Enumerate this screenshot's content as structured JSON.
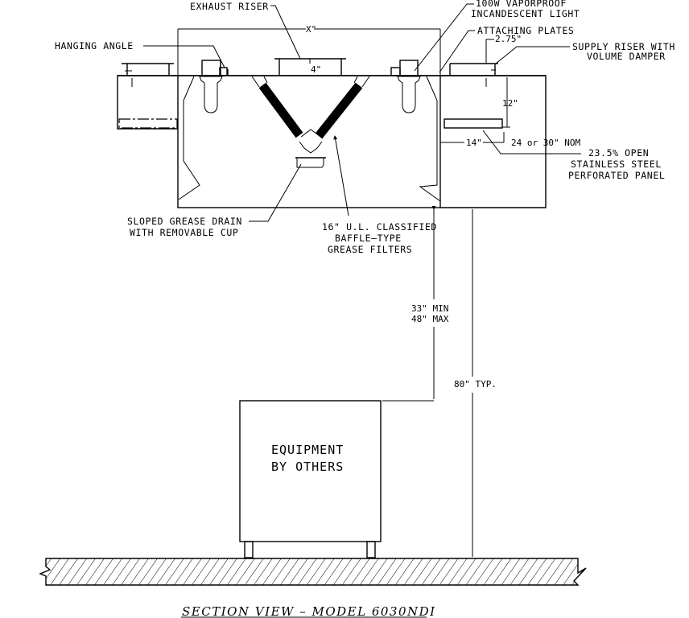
{
  "drawing": {
    "title": "SECTION VIEW  –  MODEL 6030NDI",
    "colors": {
      "line": "#000000",
      "background": "#ffffff"
    }
  },
  "callouts": {
    "exhaust_riser": "EXHAUST RISER",
    "light_line1": "100W VAPORPROOF",
    "light_line2": "INCANDESCENT LIGHT",
    "hanging_angle": "HANGING ANGLE",
    "attaching_plates": "ATTACHING PLATES",
    "supply_riser_line1": "SUPPLY RISER WITH",
    "supply_riser_line2": "VOLUME DAMPER",
    "panel_line1": "23.5% OPEN",
    "panel_line2": "STAINLESS STEEL",
    "panel_line3": "PERFORATED PANEL",
    "drain_line1": "SLOPED GREASE DRAIN",
    "drain_line2": "WITH REMOVABLE CUP",
    "filters_line1": "16\" U.L. CLASSIFIED",
    "filters_line2": "BAFFLE–TYPE",
    "filters_line3": "GREASE FILTERS",
    "equipment_line1": "EQUIPMENT",
    "equipment_line2": "BY OTHERS"
  },
  "dimensions": {
    "overall_width": "X\"",
    "exhaust_riser_size": "4\"",
    "supply_riser_offset": "2.75\"",
    "supply_plenum_height": "12\"",
    "supply_plenum_depth": "14\"",
    "nominal_width": "24 or 30\" NOM",
    "clearance_line1": "33\" MIN",
    "clearance_line2": "48\" MAX",
    "mount_height": "80\" TYP."
  }
}
